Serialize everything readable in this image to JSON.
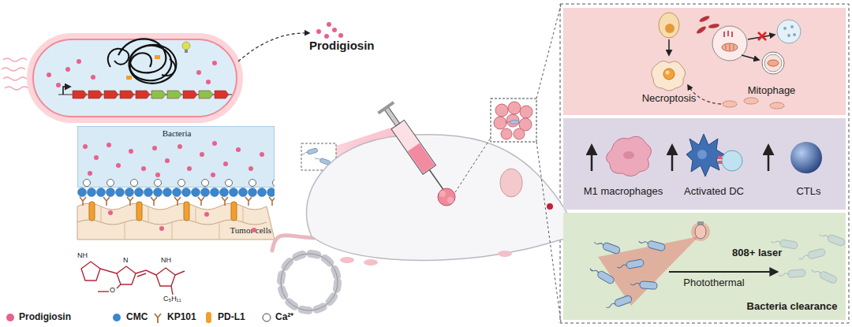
{
  "diagram": {
    "nodes": [
      {
        "text": [
          "Bacteria"
        ]
      },
      {
        "text": [
          "Tumor cells"
        ]
      },
      {
        "text": [
          "Necroptosis",
          "Mitophage"
        ]
      },
      {
        "text": [
          "M1 macrophages",
          "Activated DC",
          "CTLs"
        ]
      },
      {
        "text": [
          "808+ laser",
          "Photothermal",
          "Bacteria clearance"
        ]
      }
    ],
    "labels": [
      "Prodigiosin",
      "NH",
      "N",
      "O",
      "NH",
      "C₅H₁₁"
    ],
    "legend": [
      {
        "text": "Prodigiosin",
        "color": "#e8618c"
      },
      {
        "text": "CMC",
        "color": "#3a86cf"
      },
      {
        "text": "KP101"
      },
      {
        "text": "PD-L1",
        "color": "#f0a030"
      },
      {
        "text": "Ca²⁺"
      }
    ]
  }
}
